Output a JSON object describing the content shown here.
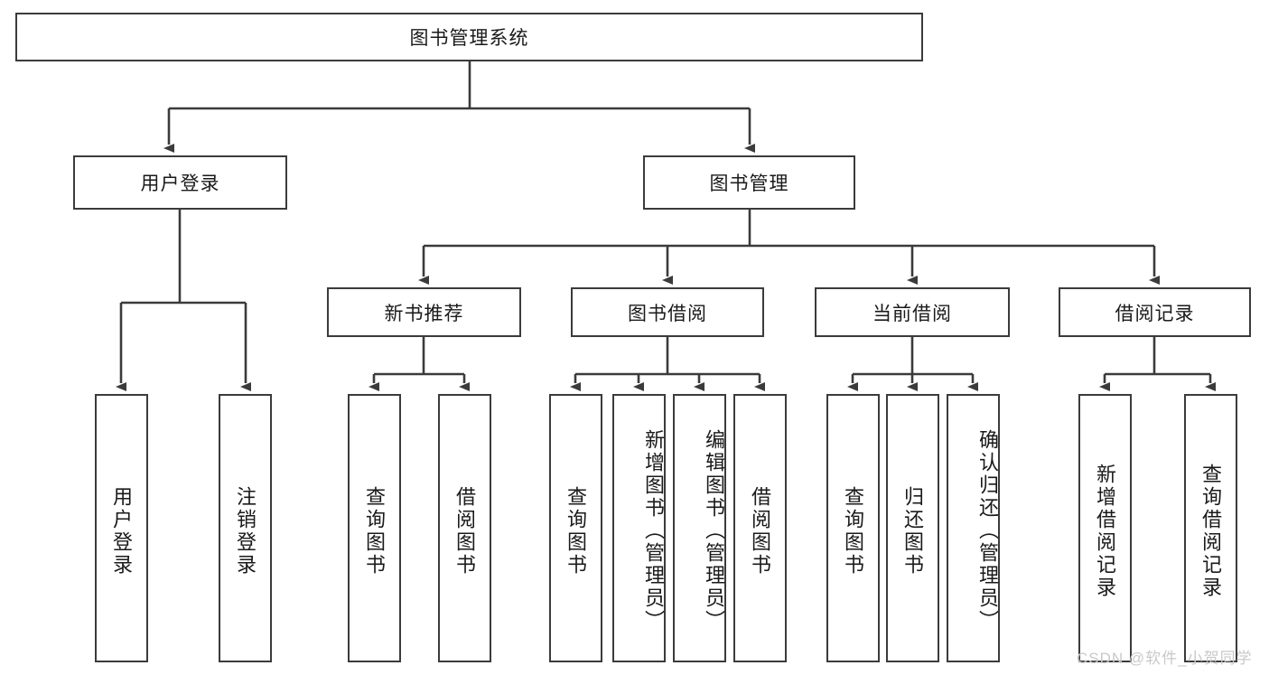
{
  "diagram": {
    "title": "图书管理系统",
    "type": "tree-hierarchy",
    "root": {
      "label": "图书管理系统"
    },
    "level2": [
      {
        "label": "用户登录"
      },
      {
        "label": "图书管理"
      }
    ],
    "level3": [
      {
        "label": "新书推荐"
      },
      {
        "label": "图书借阅"
      },
      {
        "label": "当前借阅"
      },
      {
        "label": "借阅记录"
      }
    ],
    "leaves": {
      "user_login": [
        {
          "label": "用户登录"
        },
        {
          "label": "注销登录"
        }
      ],
      "new_book": [
        {
          "label": "查询图书"
        },
        {
          "label": "借阅图书"
        }
      ],
      "book_borrow": [
        {
          "label": "查询图书"
        },
        {
          "label": "新增图书（管理员）"
        },
        {
          "label": "编辑图书（管理员）"
        },
        {
          "label": "借阅图书"
        }
      ],
      "current_borrow": [
        {
          "label": "查询图书"
        },
        {
          "label": "归还图书"
        },
        {
          "label": "确认归还（管理员）"
        }
      ],
      "borrow_record": [
        {
          "label": "新增借阅记录"
        },
        {
          "label": "查询借阅记录"
        }
      ]
    }
  },
  "watermark": {
    "text": "CSDN @软件_小贺同学"
  },
  "colors": {
    "stroke": "#3b3b3b",
    "fill": "#ffffff",
    "text": "#1a1a1a",
    "watermark": "#c9c9c9"
  }
}
